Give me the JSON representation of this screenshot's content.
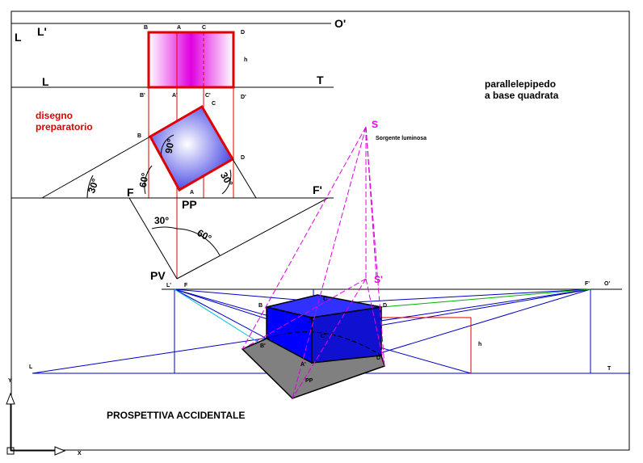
{
  "title_block": {
    "line1": "parallelepipedo",
    "line2": "a base quadrata"
  },
  "preparatory": {
    "line1": "disegno",
    "line2": "preparatorio"
  },
  "caption": "PROSPETTIVA ACCIDENTALE",
  "light_source": {
    "symbol": "S",
    "label": "Sorgente luminosa",
    "shadow_symbol": "S'"
  },
  "points": {
    "L_prime": "L'",
    "L": "L",
    "O_prime": "O'",
    "T": "T",
    "F": "F",
    "F_prime": "F'",
    "PP": "PP",
    "PV": "PV",
    "h": "h",
    "A": "A",
    "B": "B",
    "C": "C",
    "D": "D",
    "A_prime": "A'",
    "B_prime": "B'",
    "C_prime": "C'",
    "D_prime": "D'"
  },
  "angles": {
    "a30": "30°",
    "a60": "60°",
    "a90": "90°"
  },
  "colors": {
    "frame": "#000000",
    "construction_red": "#e00000",
    "magenta": "#e000e0",
    "blue_line": "#0000c0",
    "cube_blue": "#0000ff",
    "shadow_gray": "#808080",
    "elevation_pink": "#e000e0",
    "green_line": "#00b000",
    "cyan_line": "#00c0e0"
  },
  "axis_icon": {
    "x": "X",
    "y": "Y"
  }
}
